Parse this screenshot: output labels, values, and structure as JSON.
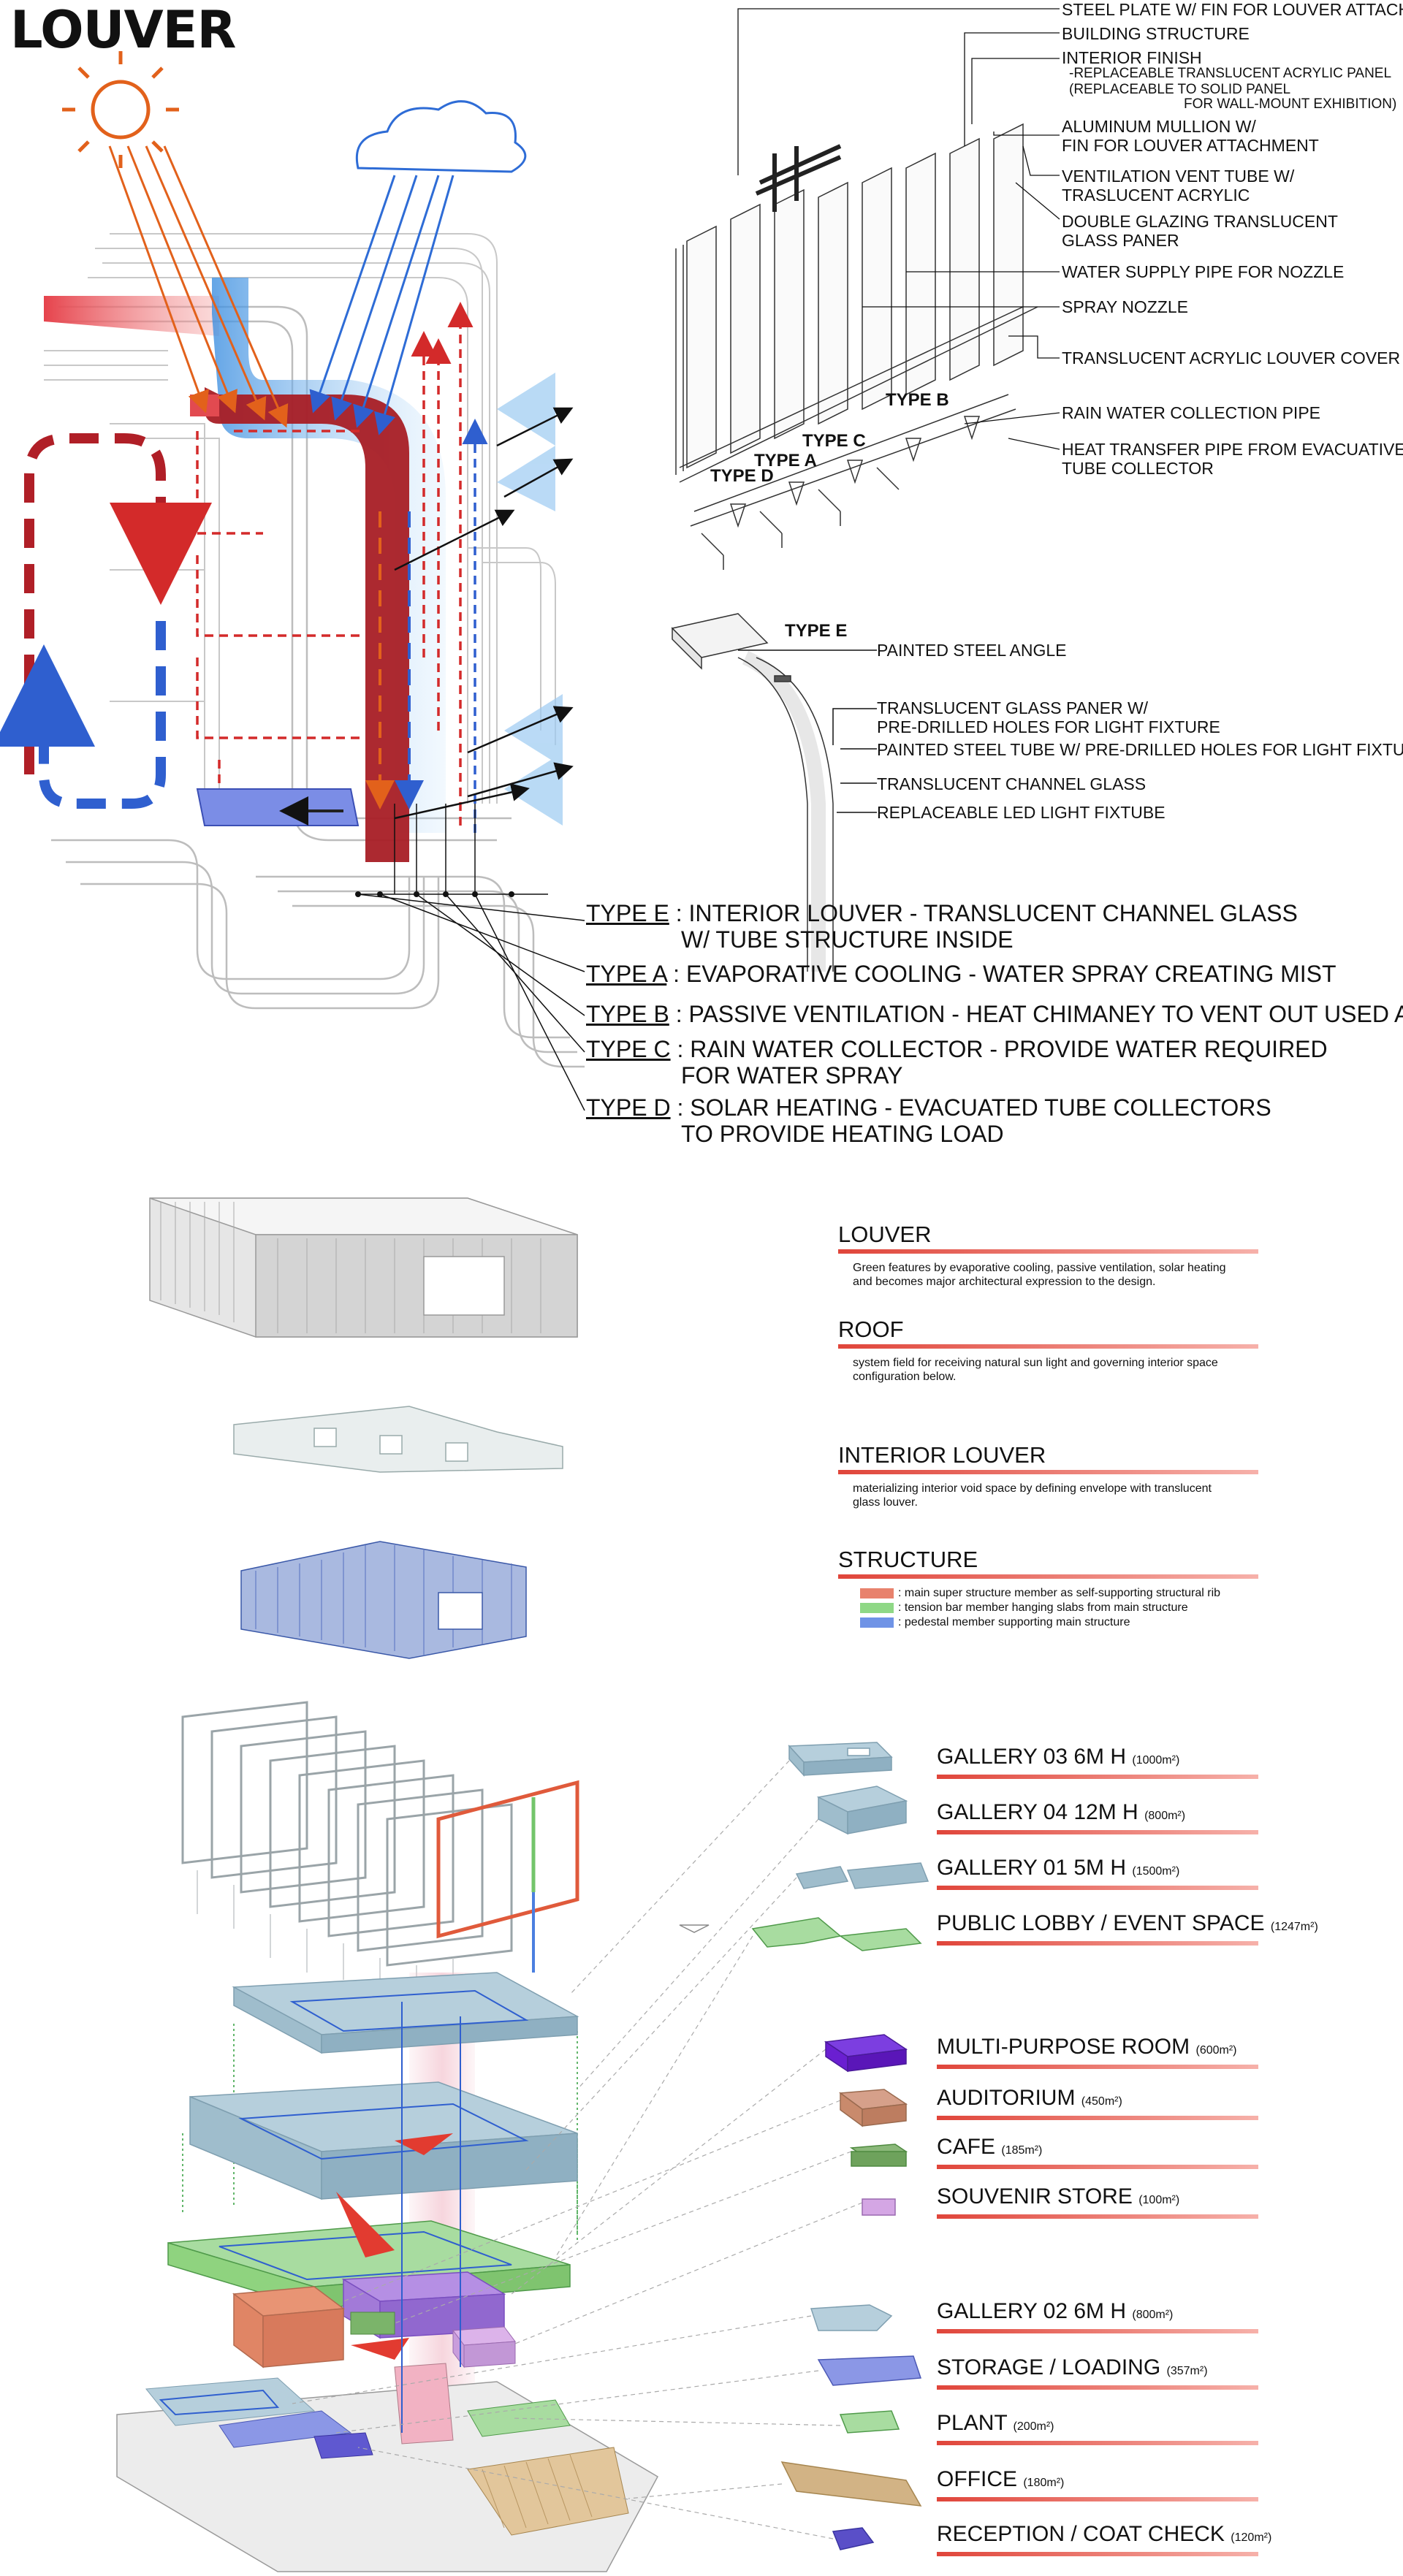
{
  "title": "LOUVER",
  "callouts": [
    "STEEL PLATE W/ FIN FOR LOUVER ATTACH",
    "BUILDING STRUCTURE",
    "INTERIOR FINISH",
    "-REPLACEABLE TRANSLUCENT ACRYLIC PANEL",
    "(REPLACEABLE TO SOLID PANEL",
    "FOR WALL-MOUNT EXHIBITION)",
    "ALUMINUM MULLION W/",
    "FIN FOR LOUVER ATTACHMENT",
    "VENTILATION VENT TUBE W/",
    "TRASLUCENT ACRYLIC",
    "DOUBLE GLAZING TRANSLUCENT",
    "GLASS PANER",
    "WATER SUPPLY PIPE FOR NOZZLE",
    "SPRAY NOZZLE",
    "TRANSLUCENT ACRYLIC LOUVER COVER",
    "RAIN WATER COLLECTION PIPE",
    "HEAT TRANSFER PIPE FROM EVACUATIVE",
    "TUBE COLLECTOR"
  ],
  "type_tags": [
    "TYPE B",
    "TYPE C",
    "TYPE A",
    "TYPE D",
    "TYPE E"
  ],
  "type_e_callouts": [
    "PAINTED STEEL ANGLE",
    "TRANSLUCENT GLASS PANER W/",
    "PRE-DRILLED HOLES FOR LIGHT FIXTURE",
    "PAINTED STEEL TUBE W/ PRE-DRILLED HOLES FOR LIGHT FIXTURE",
    "TRANSLUCENT CHANNEL GLASS",
    "REPLACEABLE LED LIGHT FIXTUBE"
  ],
  "types": [
    {
      "tag": "TYPE E",
      "line1": "INTERIOR LOUVER - TRANSLUCENT CHANNEL GLASS",
      "line2": "W/ TUBE STRUCTURE INSIDE"
    },
    {
      "tag": "TYPE A",
      "line1": "EVAPORATIVE COOLING - WATER SPRAY CREATING MIST",
      "line2": ""
    },
    {
      "tag": "TYPE B",
      "line1": "PASSIVE VENTILATION - HEAT CHIMANEY TO VENT OUT USED AIR",
      "line2": ""
    },
    {
      "tag": "TYPE C",
      "line1": "RAIN WATER COLLECTOR - PROVIDE WATER REQUIRED",
      "line2": "FOR WATER SPRAY"
    },
    {
      "tag": "TYPE D",
      "line1": "SOLAR HEATING - EVACUATED TUBE COLLECTORS",
      "line2": "TO PROVIDE HEATING LOAD"
    }
  ],
  "layers": {
    "louver": {
      "heading": "LOUVER",
      "text": "Green features by evaporative cooling, passive ventilation, solar heating and becomes major architectural expression to the design."
    },
    "roof": {
      "heading": "ROOF",
      "text": "system field for receiving natural sun light and governing interior space configuration below."
    },
    "interior_louver": {
      "heading": "INTERIOR LOUVER",
      "text": "materializing interior void space by defining envelope with translucent glass louver."
    },
    "structure": {
      "heading": "STRUCTURE",
      "legend": [
        {
          "color": "#e8826d",
          "text": ": main super structure member as self-supporting structural rib"
        },
        {
          "color": "#8fd886",
          "text": ": tension bar member hanging slabs from main structure"
        },
        {
          "color": "#6f93e6",
          "text": ": pedestal member supporting main structure"
        }
      ]
    }
  },
  "program": [
    {
      "name": "GALLERY 03 6M H",
      "area": "(1000m²)",
      "color": "#9fbdcc"
    },
    {
      "name": "GALLERY 04 12M H",
      "area": "(800m²)",
      "color": "#9fbdcc"
    },
    {
      "name": "GALLERY 01 5M H",
      "area": "(1500m²)",
      "color": "#9fbdcc"
    },
    {
      "name": "PUBLIC LOBBY / EVENT SPACE",
      "area": "(1247m²)",
      "color": "#8fd37f"
    },
    {
      "name": "MULTI-PURPOSE ROOM",
      "area": "(600m²)",
      "color": "#6a1fd1"
    },
    {
      "name": "AUDITORIUM",
      "area": "(450m²)",
      "color": "#c98a6c"
    },
    {
      "name": "CAFE",
      "area": "(185m²)",
      "color": "#6ea25c"
    },
    {
      "name": "SOUVENIR STORE",
      "area": "(100m²)",
      "color": "#d4a6e4"
    },
    {
      "name": "GALLERY 02 6M H",
      "area": "(800m²)",
      "color": "#9fbdcc"
    },
    {
      "name": "STORAGE / LOADING",
      "area": "(357m²)",
      "color": "#6f7fd6"
    },
    {
      "name": "PLANT",
      "area": "(200m²)",
      "color": "#8fd37f"
    },
    {
      "name": "OFFICE",
      "area": "(180m²)",
      "color": "#d2b385"
    },
    {
      "name": "RECEPTION / COAT CHECK",
      "area": "(120m²)",
      "color": "#5a4fc8"
    }
  ],
  "colors": {
    "sun": "#e2611b",
    "cloud": "#2e6cd6",
    "hot": "#c0222b",
    "cool": "#2f5fcf",
    "accent_bar": "#e0453a"
  }
}
